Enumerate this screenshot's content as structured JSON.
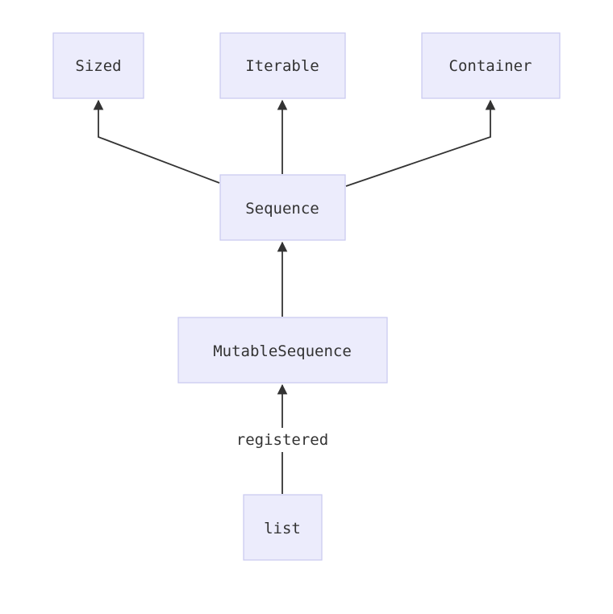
{
  "diagram": {
    "type": "class-hierarchy-flowchart",
    "colors": {
      "node_fill": "#ececfc",
      "node_stroke": "#c8c8f0",
      "edge": "#333333",
      "text": "#333333",
      "background": "#ffffff"
    },
    "nodes": [
      {
        "id": "sized",
        "label": "Sized"
      },
      {
        "id": "iterable",
        "label": "Iterable"
      },
      {
        "id": "container",
        "label": "Container"
      },
      {
        "id": "sequence",
        "label": "Sequence"
      },
      {
        "id": "mutable",
        "label": "MutableSequence"
      },
      {
        "id": "list",
        "label": "list"
      }
    ],
    "edges": [
      {
        "from": "sequence",
        "to": "sized",
        "label": ""
      },
      {
        "from": "sequence",
        "to": "iterable",
        "label": ""
      },
      {
        "from": "sequence",
        "to": "container",
        "label": ""
      },
      {
        "from": "mutable",
        "to": "sequence",
        "label": ""
      },
      {
        "from": "list",
        "to": "mutable",
        "label": "registered"
      }
    ]
  }
}
